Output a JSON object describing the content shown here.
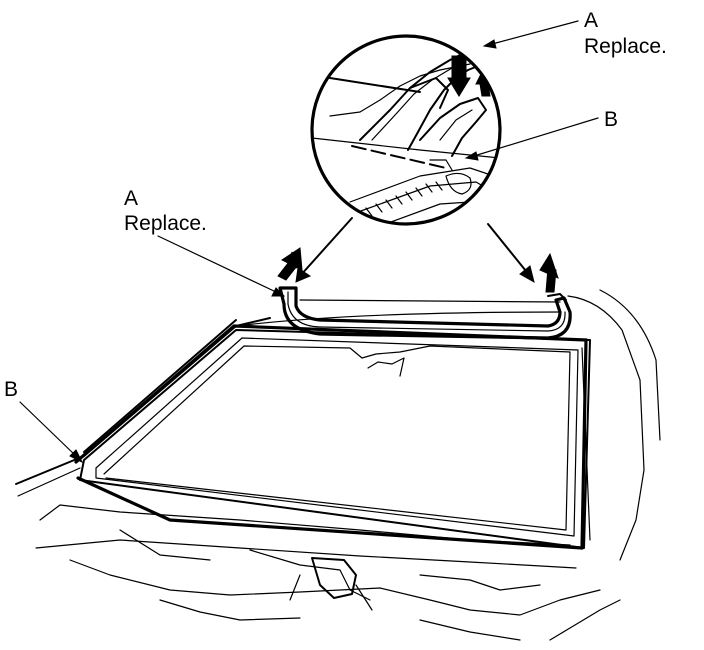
{
  "labels": {
    "top_right": {
      "letter": "A",
      "text": "Replace."
    },
    "middle_left": {
      "letter": "A",
      "text": "Replace."
    },
    "inset_b": {
      "letter": "B"
    },
    "left_b": {
      "letter": "B"
    }
  }
}
